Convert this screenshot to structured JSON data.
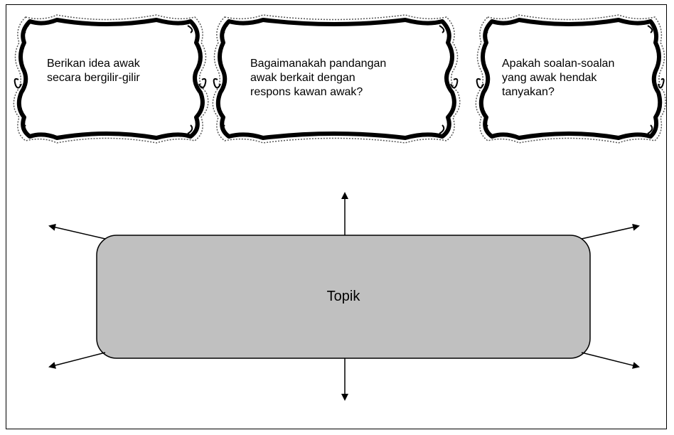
{
  "cards": [
    {
      "text": "Berikan idea awak\nsecara bergilir-gilir"
    },
    {
      "text": "Bagaimanakah pandangan\nawak berkait dengan\nrespons kawan awak?"
    },
    {
      "text": "Apakah soalan-soalan\nyang awak hendak\ntanyakan?"
    }
  ],
  "topic": {
    "label": "Topik"
  },
  "colors": {
    "topic_fill": "#c0c0c0",
    "stroke": "#000000",
    "frame_border": "#000000"
  }
}
